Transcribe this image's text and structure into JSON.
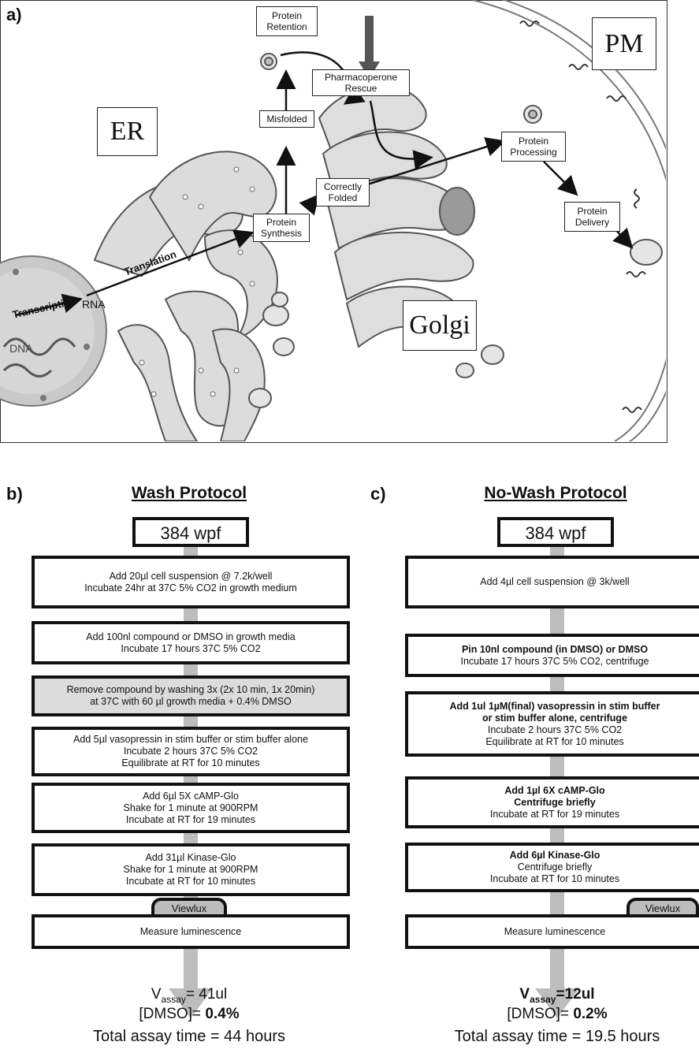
{
  "panel_a": {
    "label": "a)",
    "compartments": {
      "er": "ER",
      "golgi": "Golgi",
      "pm": "PM"
    },
    "text_labels": {
      "dna": "DNA",
      "rna": "RNA",
      "transcription": "Transcription",
      "translation": "Translation"
    },
    "boxes": {
      "protein_retention": "Protein Retention",
      "misfolded": "Misfolded",
      "pharmacoperone_rescue": "Pharmacoperone Rescue",
      "protein_synthesis": "Protein Synthesis",
      "correctly_folded": "Correctly Folded",
      "protein_processing": "Protein Processing",
      "protein_delivery": "Protein Delivery"
    }
  },
  "panel_b": {
    "label": "b)",
    "title": "Wash Protocol",
    "plate": "384  wpf",
    "steps": [
      {
        "lines": [
          "Add 20µl cell suspension @ 7.2k/well",
          "Incubate 24hr at 37C 5% CO2 in growth medium"
        ]
      },
      {
        "lines": [
          "Add 100nl compound  or DMSO in growth media",
          "Incubate 17 hours 37C  5% CO2"
        ]
      },
      {
        "lines": [
          "Remove compound by washing 3x (2x 10 min, 1x 20min)",
          "at 37C with 60 µl growth media + 0.4% DMSO"
        ]
      },
      {
        "lines": [
          "Add 5µl vasopressin in stim buffer or stim buffer alone",
          "Incubate 2 hours 37C  5% CO2",
          "Equilibrate at RT for 10 minutes"
        ]
      },
      {
        "lines": [
          "Add 6µl 5X cAMP-Glo",
          "Shake for 1 minute at 900RPM",
          "Incubate at RT for 19 minutes"
        ]
      },
      {
        "lines": [
          "Add 31µl Kinase-Glo",
          "Shake for 1 minute at 900RPM",
          "Incubate at RT for 10 minutes"
        ]
      }
    ],
    "reader": "Viewlux",
    "measure": "Measure luminescence",
    "v_prefix": "V",
    "v_sub": "assay",
    "v_value": "= 41ul",
    "dmso_label": "[DMSO]= ",
    "dmso_value": "0.4%",
    "total_time": "Total assay time = 44 hours"
  },
  "panel_c": {
    "label": "c)",
    "title": "No-Wash Protocol",
    "plate": "384  wpf",
    "steps": [
      {
        "lines": [
          "Add 4µl cell suspension @ 3k/well"
        ]
      },
      {
        "lines": [
          "Pin 10nl compound (in DMSO) or DMSO",
          "Incubate 17 hours 37C  5% CO2, centrifuge"
        ]
      },
      {
        "lines": [
          "Add 1ul 1µM(final) vasopressin in stim buffer",
          "or stim buffer alone, centrifuge",
          "Incubate 2 hours 37C  5% CO2",
          "Equilibrate at RT for 10 minutes"
        ]
      },
      {
        "lines": [
          "Add 1µl 6X cAMP-Glo",
          "Centrifuge briefly",
          "Incubate at RT for 19 minutes"
        ]
      },
      {
        "lines": [
          "Add 6µl Kinase-Glo",
          "Centrifuge briefly",
          "Incubate at RT for 10 minutes"
        ]
      }
    ],
    "reader": "Viewlux",
    "measure": "Measure luminescence",
    "v_prefix": "V",
    "v_sub": "assay",
    "v_value": "=12ul",
    "dmso_label": "[DMSO]= ",
    "dmso_value": "0.2%",
    "total_time": "Total assay time = 19.5 hours"
  }
}
